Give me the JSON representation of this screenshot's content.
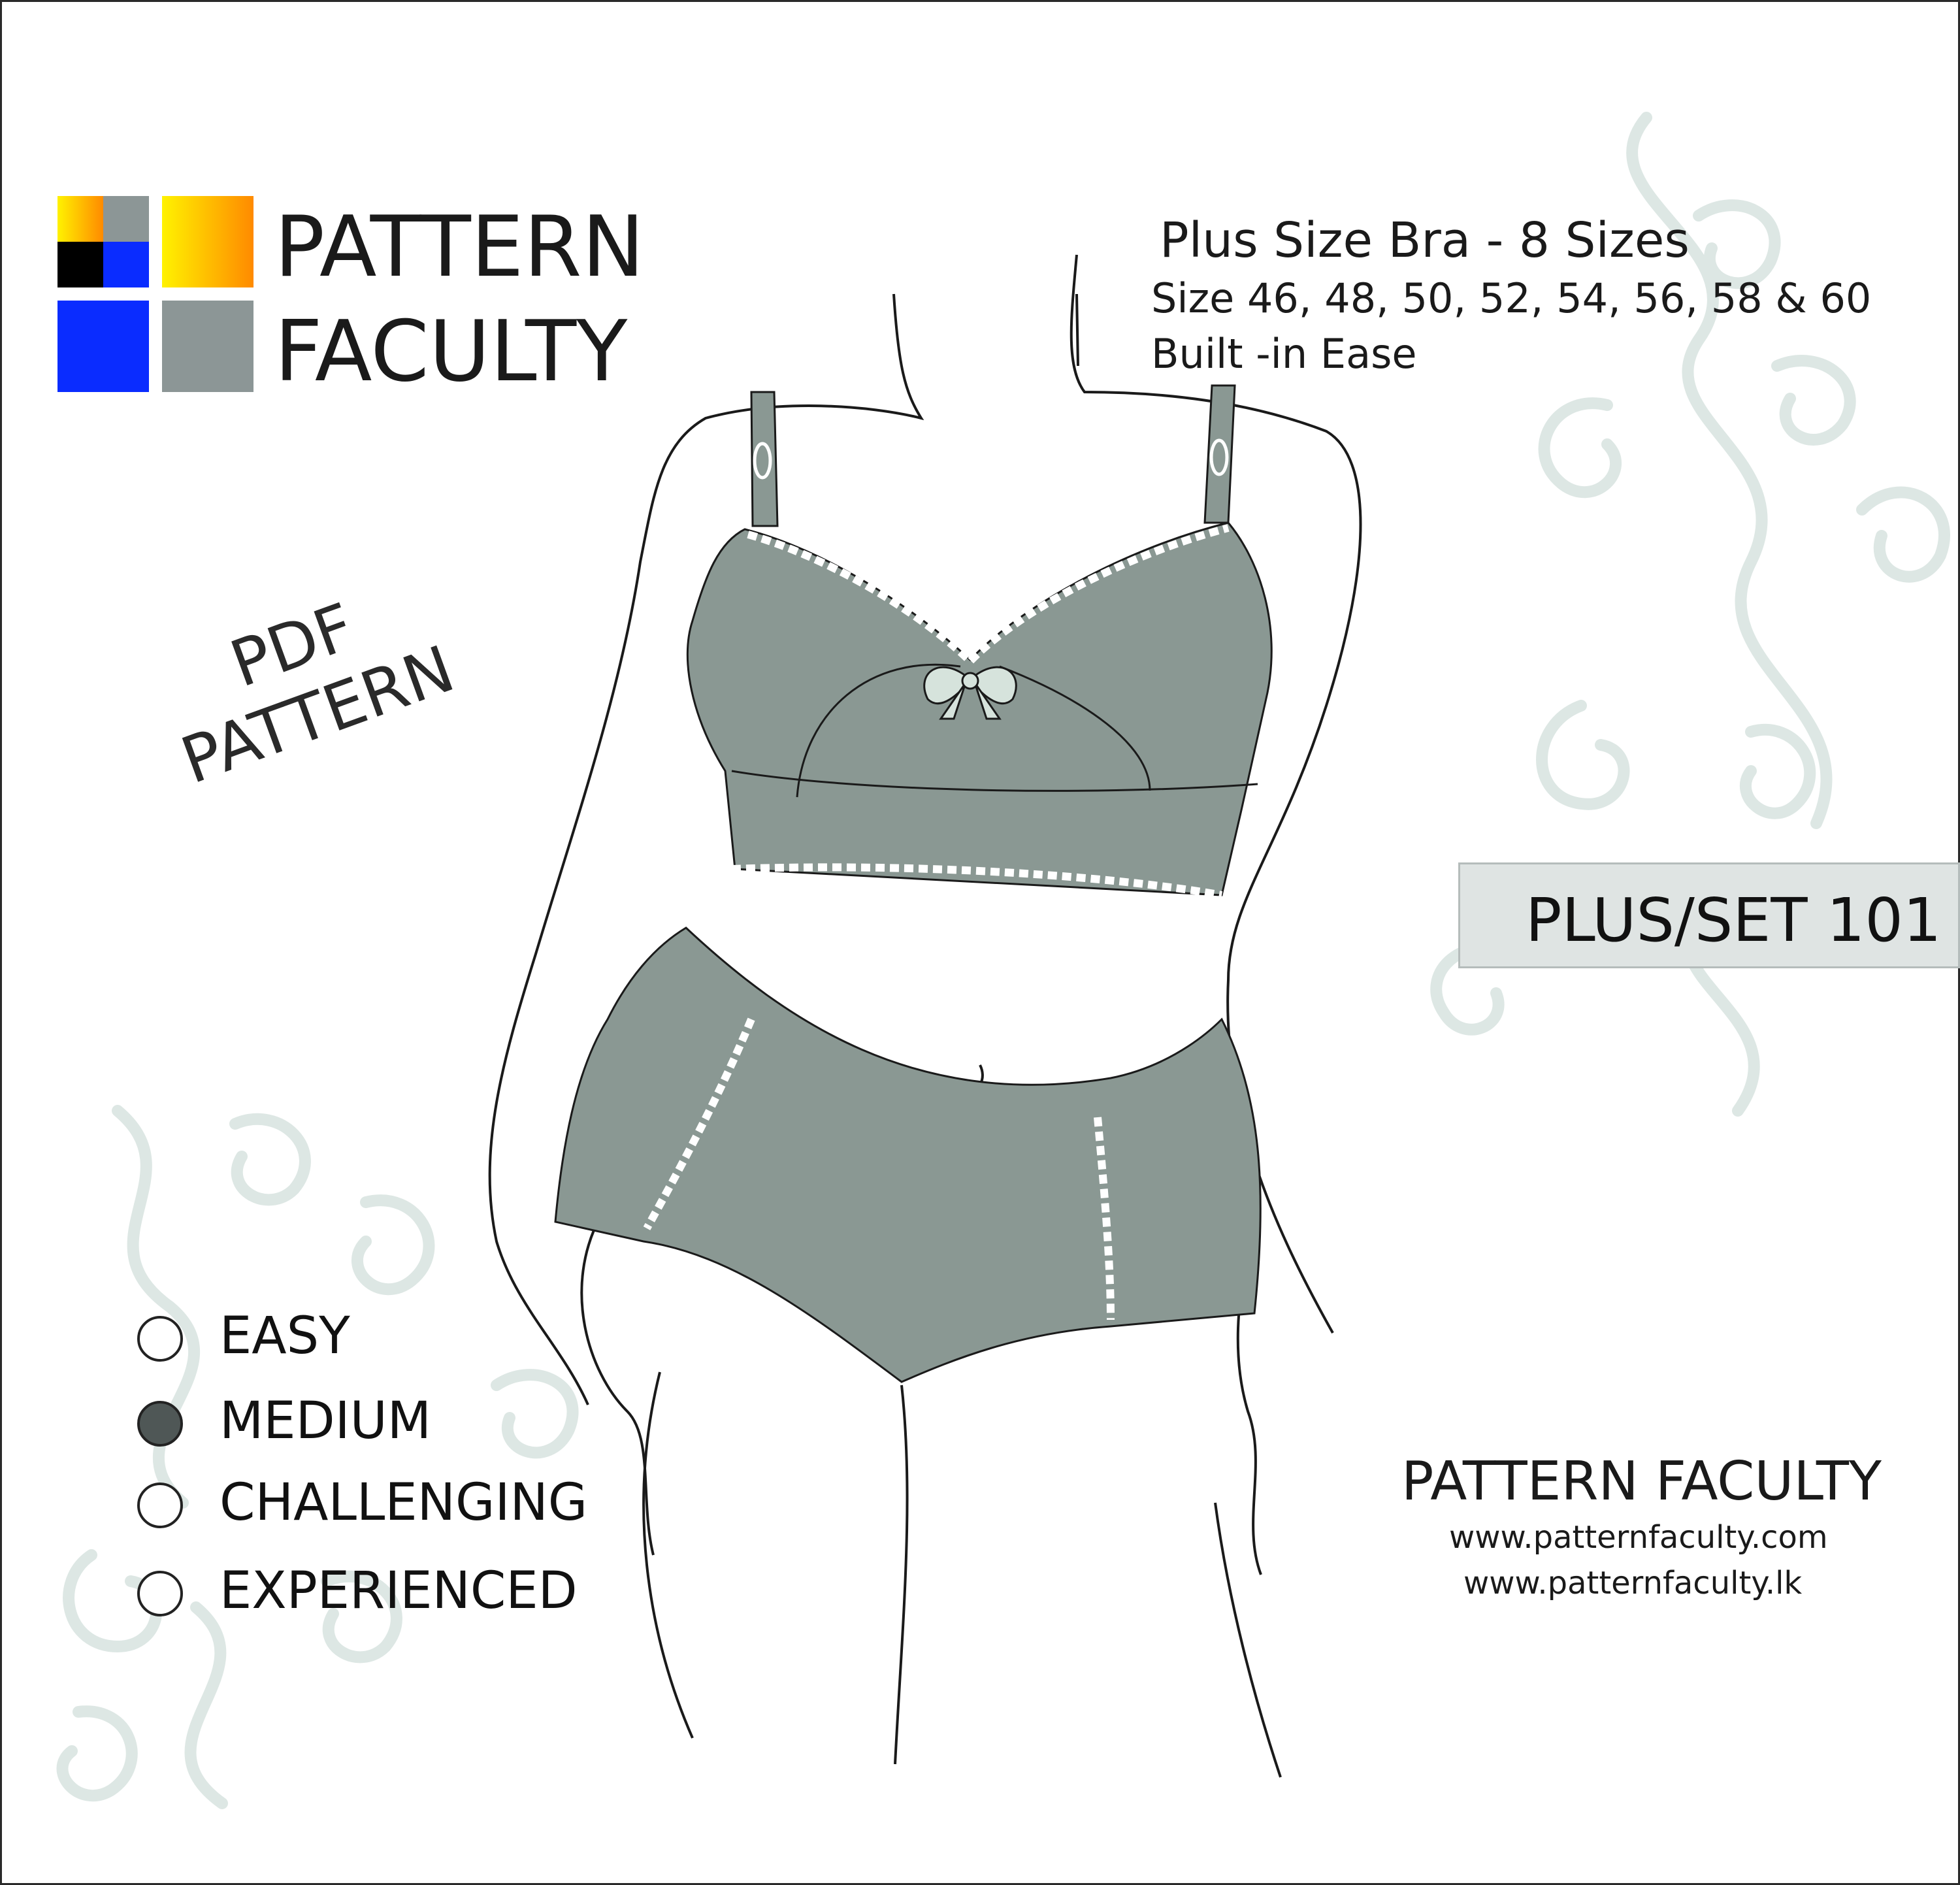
{
  "logo": {
    "line1": "PATTERN",
    "line2": "FACULTY",
    "colors": [
      "#ffd600",
      "#ff8c00",
      "#000000",
      "#0033ff",
      "#8c9696"
    ]
  },
  "product": {
    "title": "Plus Size Bra - 8 Sizes",
    "sizes": "Size 46, 48, 50, 52, 54, 56, 58 & 60",
    "ease": "Built -in Ease"
  },
  "stamp": {
    "line1": "PDF",
    "line2": "PATTERN"
  },
  "code": "PLUS/SET 101",
  "difficulty": {
    "levels": [
      {
        "label": "EASY",
        "selected": false
      },
      {
        "label": "MEDIUM",
        "selected": true
      },
      {
        "label": "CHALLENGING",
        "selected": false
      },
      {
        "label": "EXPERIENCED",
        "selected": false
      }
    ]
  },
  "footer": {
    "brand": "PATTERN FACULTY",
    "url1": "www.patternfaculty.com",
    "url2": "www.patternfaculty.lk"
  },
  "garment": {
    "fabric_color": "#8a9893",
    "trim_color": "#ffffff",
    "bow_color": "#d6e3dc",
    "swirl_color": "#dde7e4"
  }
}
